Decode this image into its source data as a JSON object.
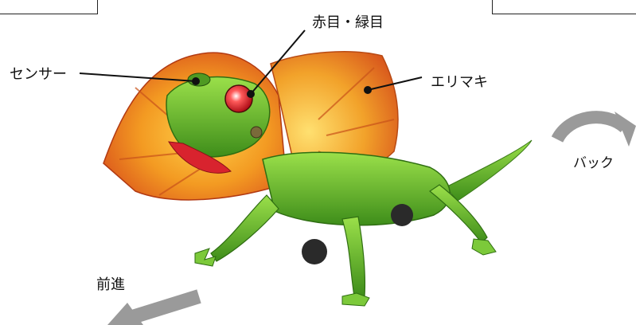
{
  "labels": {
    "sensor": "センサー",
    "eyes": "赤目・緑目",
    "frill": "エリマキ",
    "back": "バック",
    "forward": "前進"
  },
  "icons": {
    "back_arrow": "curved-arrow-icon",
    "forward_arrow": "arrow-down-left-icon"
  },
  "colors": {
    "frill_orange": "#f07a1a",
    "frill_yellow": "#f6b43c",
    "body_green": "#6fc22e",
    "dark_green": "#3d8a1c",
    "eye_red": "#e8202a",
    "arrow_gray": "#9a9a9a"
  }
}
